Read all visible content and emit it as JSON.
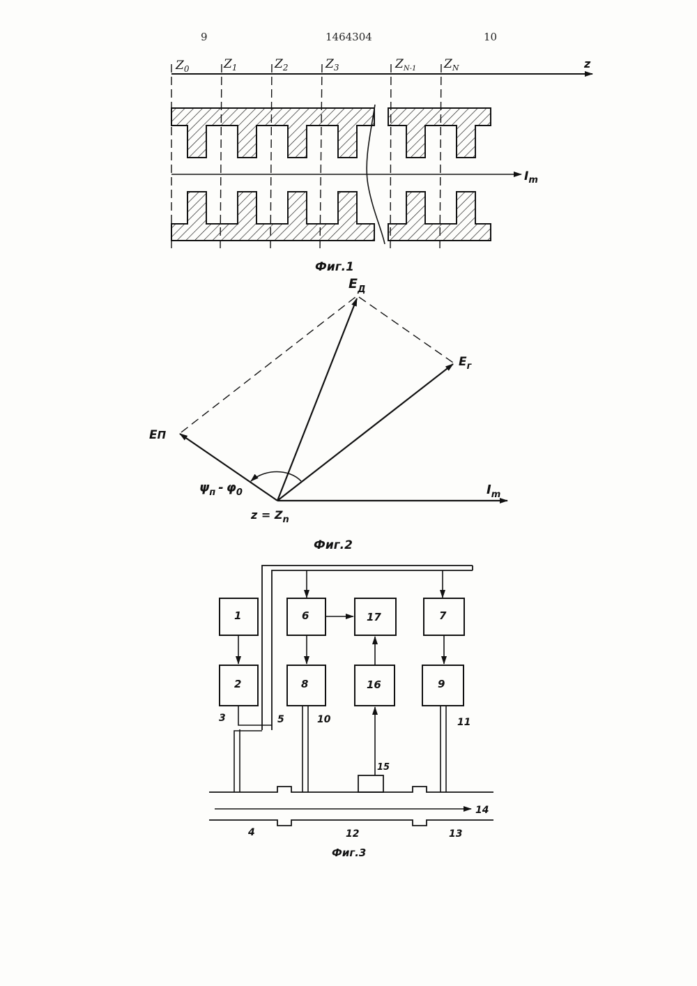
{
  "header": {
    "page_left": "9",
    "patent_number": "1464304",
    "page_right": "10"
  },
  "fig1": {
    "caption": "Фиг.1",
    "z_labels": [
      {
        "main": "Z",
        "sub": "0"
      },
      {
        "main": "Z",
        "sub": "1"
      },
      {
        "main": "Z",
        "sub": "2"
      },
      {
        "main": "Z",
        "sub": "3"
      },
      {
        "main": "Z",
        "sub": "N-1"
      },
      {
        "main": "Z",
        "sub": "N"
      }
    ],
    "axis_z": "z",
    "current": {
      "main": "I",
      "sub": "m"
    }
  },
  "fig2": {
    "caption": "Фиг.2",
    "E_D": {
      "main": "E",
      "sub": "Д"
    },
    "E_G": {
      "main": "E",
      "sub": "г"
    },
    "E_P": {
      "main": "E",
      "sub": "П"
    },
    "angle": {
      "a": "ψ",
      "a_sub": "п",
      "minus": "-",
      "b": "φ",
      "b_sub": "0"
    },
    "origin": {
      "main": "z = Z",
      "sub": "n"
    },
    "current": {
      "main": "I",
      "sub": "m"
    }
  },
  "fig3": {
    "caption": "Фиг.3",
    "blocks": [
      "1",
      "2",
      "6",
      "17",
      "7",
      "8",
      "16",
      "9"
    ],
    "labels": [
      "3",
      "5",
      "10",
      "11",
      "15",
      "14",
      "4",
      "12",
      "13"
    ]
  }
}
